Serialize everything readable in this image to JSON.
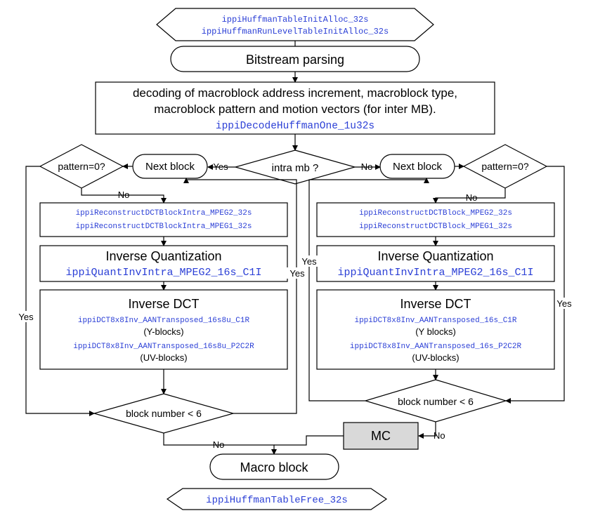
{
  "top_init": {
    "line1": "ippiHuffmanTableInitAlloc_32s",
    "line2": "ippiHuffmanRunLevelTableInitAlloc_32s"
  },
  "bitstream_parsing": "Bitstream parsing",
  "decode_box": {
    "line1": "decoding of macroblock address increment, macroblock type,",
    "line2": "macroblock pattern and motion vectors (for inter MB).",
    "func": "ippiDecodeHuffmanOne_1u32s"
  },
  "intra_mb": "intra mb ?",
  "left": {
    "pattern": "pattern=0?",
    "next_block": "Next block",
    "reconstruct1": "ippiReconstructDCTBlockIntra_MPEG2_32s",
    "reconstruct2": "ippiReconstructDCTBlockIntra_MPEG1_32s",
    "iq_title": "Inverse Quantization",
    "iq_func": "ippiQuantInvIntra_MPEG2_16s_C1I",
    "idct_title": "Inverse DCT",
    "idct_func1": "ippiDCT8x8Inv_AANTransposed_16s8u_C1R",
    "idct_note1": "(Y-blocks)",
    "idct_func2": "ippiDCT8x8Inv_AANTransposed_16s8u_P2C2R",
    "idct_note2": "(UV-blocks)",
    "block_number": "block number < 6"
  },
  "right": {
    "pattern": "pattern=0?",
    "next_block": "Next block",
    "reconstruct1": "ippiReconstructDCTBlock_MPEG2_32s",
    "reconstruct2": "ippiReconstructDCTBlock_MPEG1_32s",
    "iq_title": "Inverse Quantization",
    "iq_func": "ippiQuantInvIntra_MPEG2_16s_C1I",
    "idct_title": "Inverse DCT",
    "idct_func1": "ippiDCT8x8Inv_AANTransposed_16s_C1R",
    "idct_note1": "(Y blocks)",
    "idct_func2": "ippiDCT8x8Inv_AANTransposed_16s_P2C2R",
    "idct_note2": "(UV-blocks)",
    "block_number": "block number < 6"
  },
  "mc": "MC",
  "macro_block": "Macro block",
  "bottom_free": "ippiHuffmanTableFree_32s",
  "labels": {
    "yes": "Yes",
    "no": "No"
  }
}
